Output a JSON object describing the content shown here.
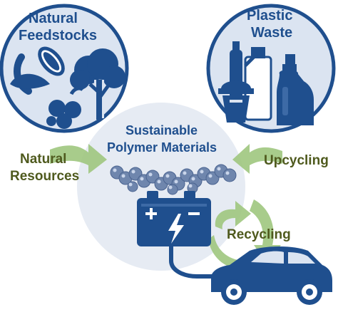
{
  "labels": {
    "natural_feedstocks": [
      "Natural",
      "Feedstocks"
    ],
    "plastic_waste": [
      "Plastic",
      "Waste"
    ],
    "center": [
      "Sustainable",
      "Polymer Materials"
    ],
    "natural_resources": [
      "Natural",
      "Resources"
    ],
    "upcycling": "Upcycling",
    "recycling": "Recycling"
  },
  "icons": [
    "corn-icon",
    "leaf-icon",
    "tree-icon",
    "berries-icon",
    "bottle-icon",
    "cup-icon",
    "jug-icon",
    "container-icon",
    "polymer-chain-icon",
    "battery-icon",
    "lightning-icon",
    "car-icon",
    "arrow-right-icon",
    "arrow-left-icon",
    "recycle-arrows-icon"
  ],
  "colors": {
    "navy": "#1f4f8e",
    "circle_fill": "#dbe4f1",
    "center_fill": "#e6ebf3",
    "arrow_green": "#9ec77e",
    "text_olive": "#4f5a1e",
    "bead": "#6f86ad"
  }
}
